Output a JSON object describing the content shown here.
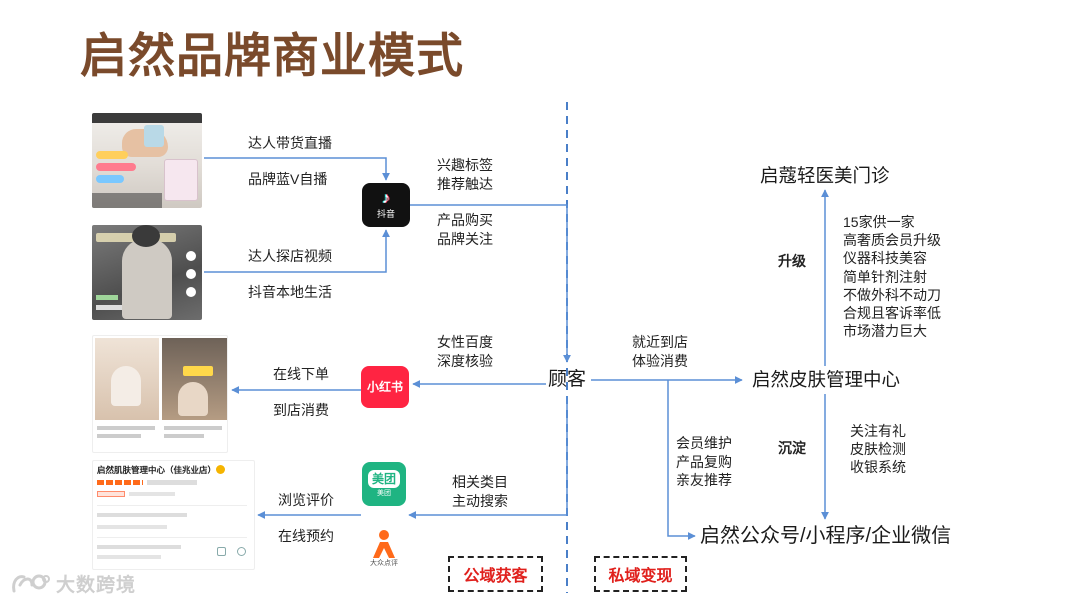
{
  "title": "启然品牌商业模式",
  "colors": {
    "title": "#7a4a2b",
    "arrow": "#5b8fd6",
    "divider": "#4a7fc8",
    "section_label": "#e0201c",
    "douyin_icon": "#111111",
    "xiaohongshu_icon": "#ff2442",
    "meituan_icon": "#1fb482",
    "dianping_icon": "#ff6a1a"
  },
  "douyin": {
    "icon_text": "抖音",
    "live_inputs": [
      "达人带货直播",
      "品牌蓝V自播"
    ],
    "local_inputs": [
      "达人探店视频",
      "抖音本地生活"
    ],
    "reach": [
      "兴趣标签",
      "推荐触达"
    ],
    "conversion": [
      "产品购买",
      "品牌关注"
    ]
  },
  "xiaohongshu": {
    "icon_text": "小红书",
    "trigger": [
      "女性百度",
      "深度核验"
    ],
    "actions": [
      "在线下单",
      "到店消费"
    ]
  },
  "meituan_dianping": {
    "meituan_icon_text": "美团",
    "dianping_icon_text": "大众点评",
    "trigger": [
      "相关类目",
      "主动搜索"
    ],
    "actions": [
      "浏览评价",
      "在线预约"
    ],
    "listing_store_name": "启然肌肤管理中心（佳兆业店）"
  },
  "customer": "顾客",
  "section_labels": {
    "public": "公域获客",
    "private": "私域变现"
  },
  "private": {
    "store_visit": [
      "就近到店",
      "体验消费"
    ],
    "center": "启然皮肤管理中心",
    "upgrade": {
      "label": "升级",
      "target": "启蔻轻医美门诊",
      "points": [
        "15家供一家",
        "高奢质会员升级",
        "仪器科技美容",
        "简单针剂注射",
        "不做外科不动刀",
        "合规且客诉率低",
        "市场潜力巨大"
      ]
    },
    "settle": {
      "label": "沉淀",
      "points": [
        "关注有礼",
        "皮肤检测",
        "收银系统"
      ]
    },
    "retention": [
      "会员维护",
      "产品复购",
      "亲友推荐"
    ],
    "channels": "启然公众号/小程序/企业微信"
  },
  "watermark": "大数跨境"
}
